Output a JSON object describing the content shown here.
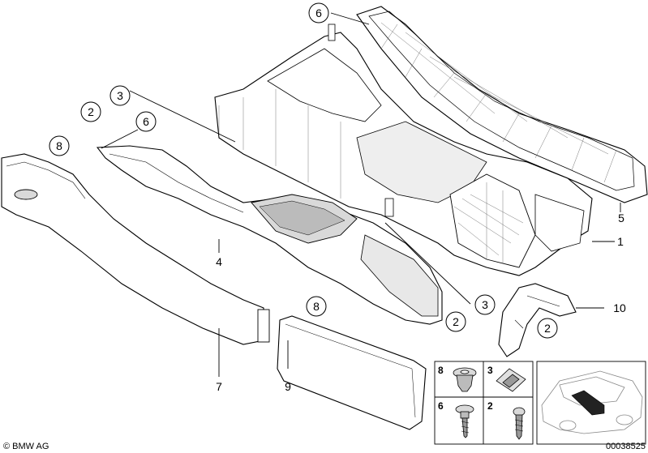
{
  "callouts": {
    "c6_top": "6",
    "c3_upper": "3",
    "c2_upper": "2",
    "c6_mid": "6",
    "c8_left": "8",
    "c5": "5",
    "c1": "1",
    "c4": "4",
    "c3_lower": "3",
    "c2_lower": "2",
    "c10": "10",
    "c2_bracket": "2",
    "c8_lower": "8",
    "c7": "7",
    "c9": "9"
  },
  "legend": {
    "k8": "8",
    "k3": "3",
    "k6": "6",
    "k2": "2"
  },
  "footer": {
    "copyright": "© BMW AG",
    "code": "00038525"
  },
  "colors": {
    "line": "#000000",
    "part_fill": "#ffffff",
    "shade": "#d9d9d9",
    "dark": "#222222"
  }
}
